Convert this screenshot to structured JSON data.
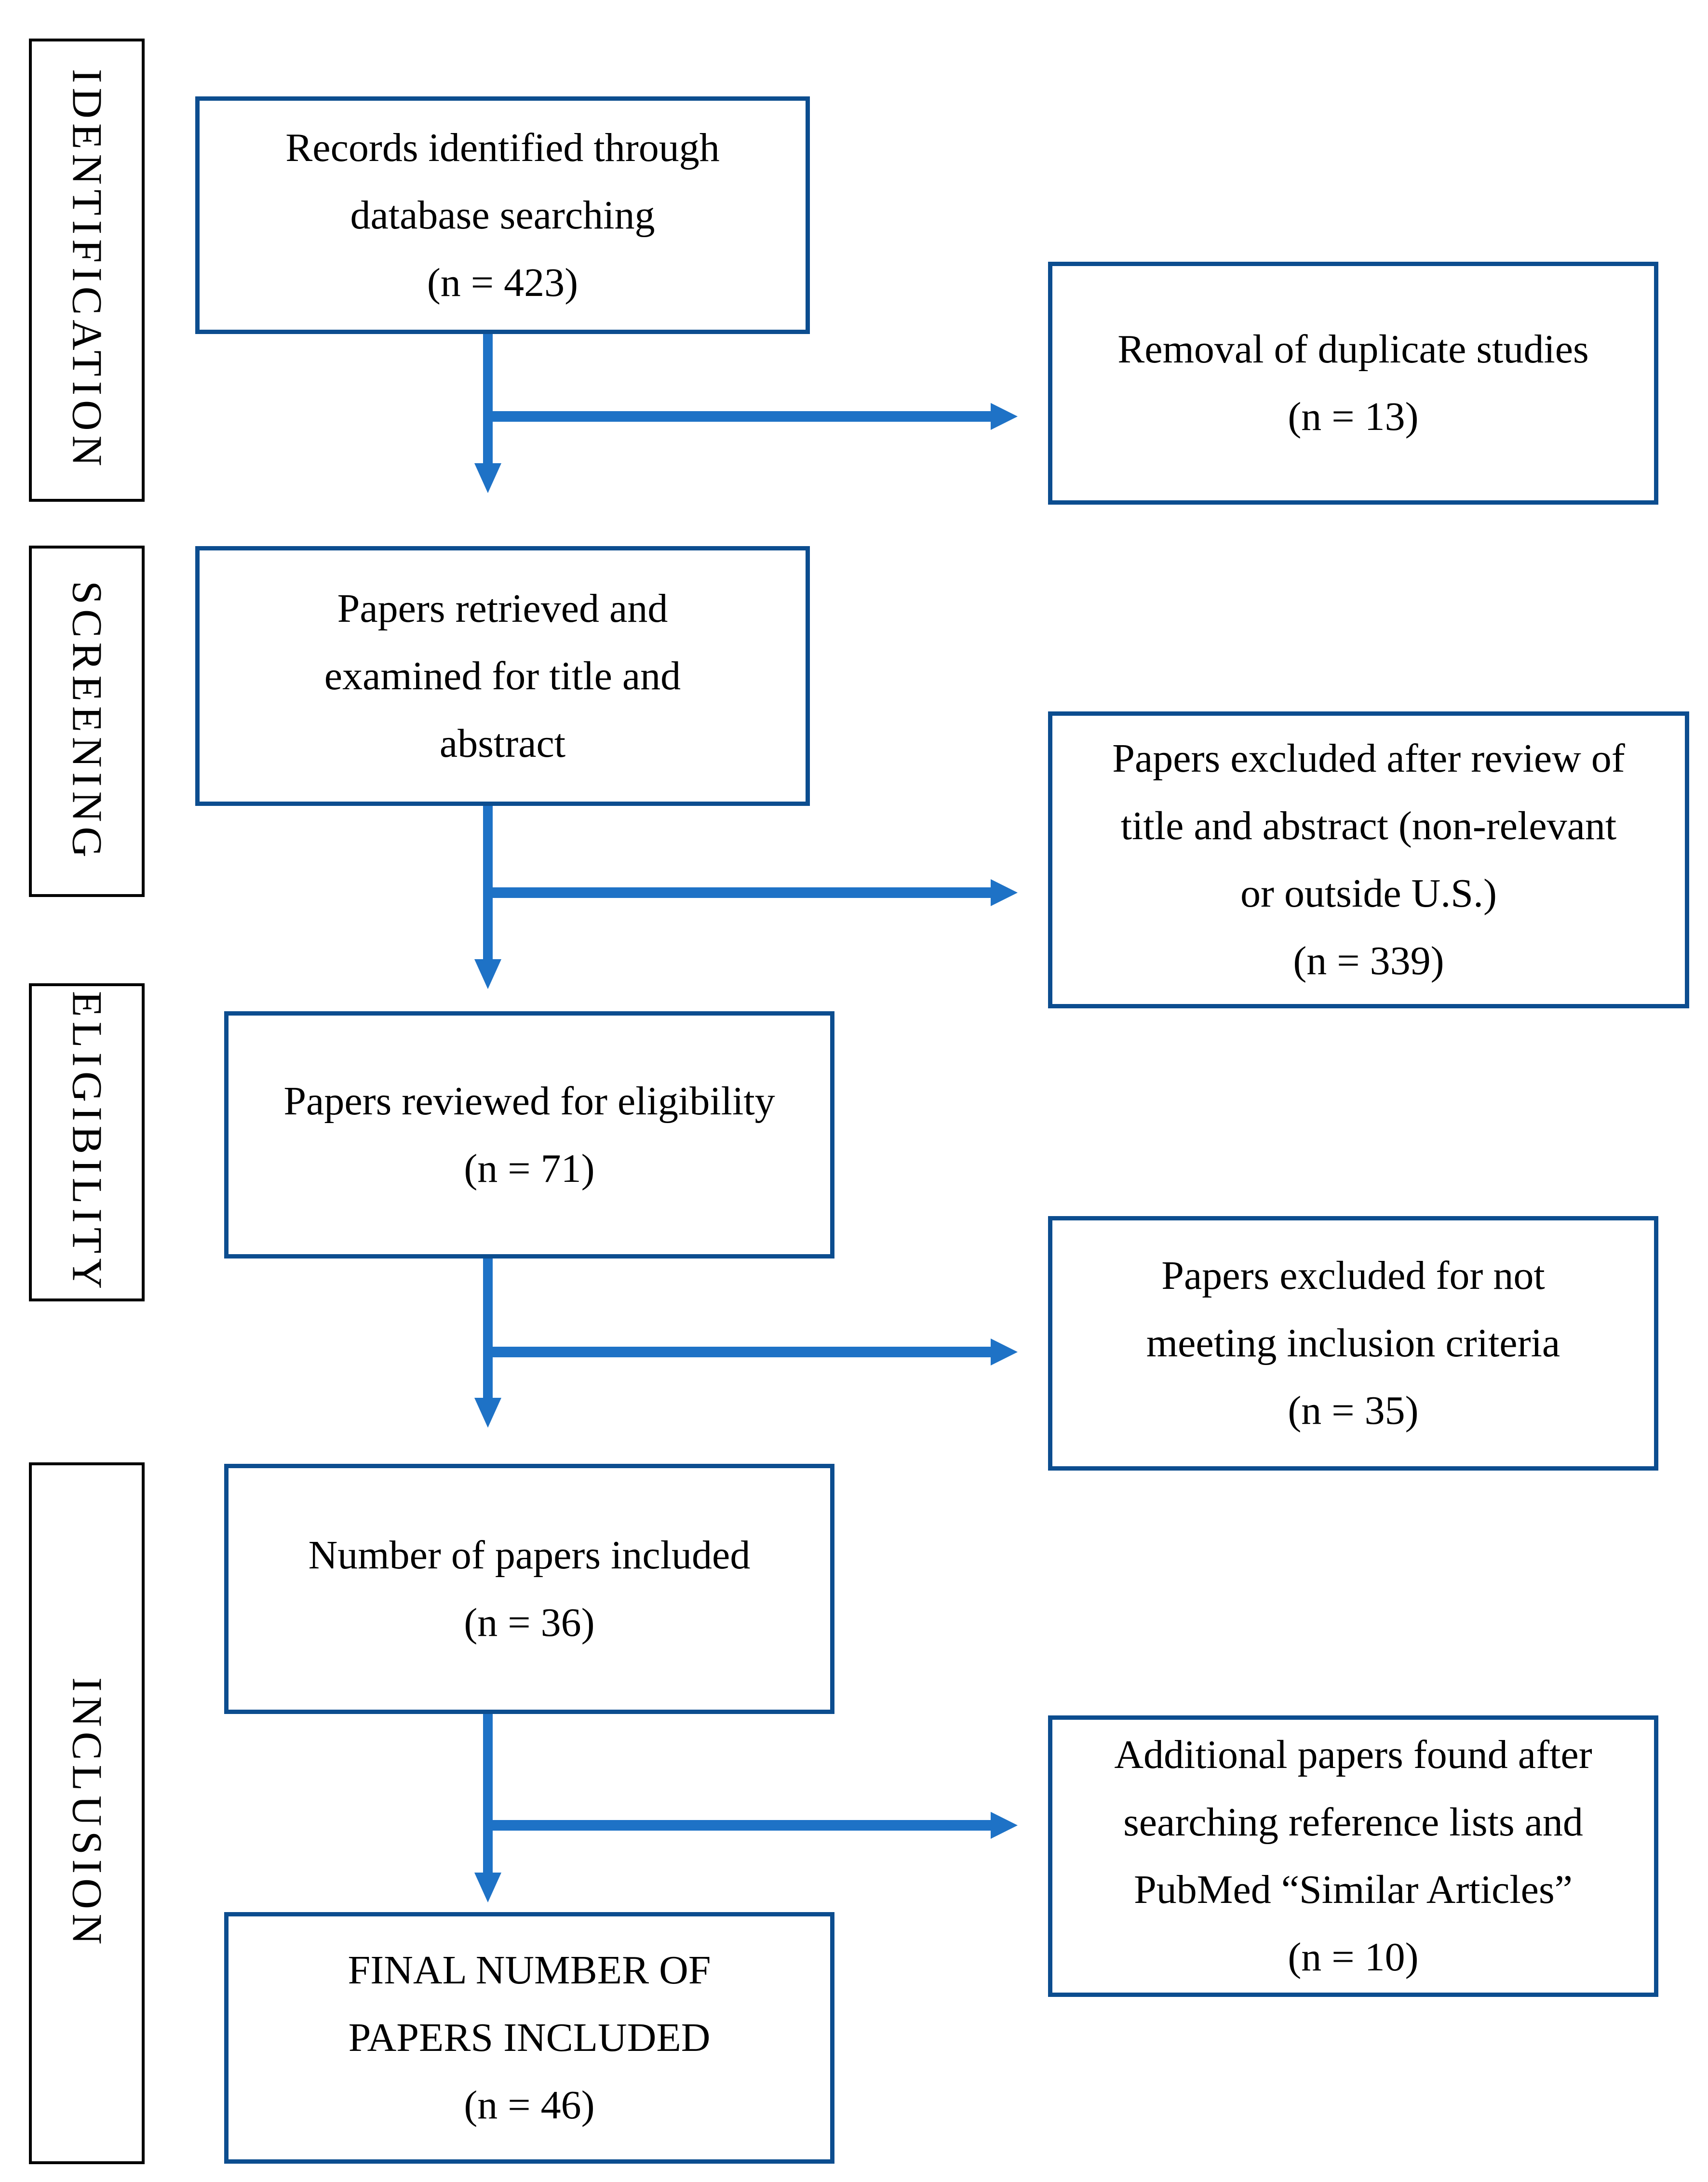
{
  "colors": {
    "box_border": "#0C4D8F",
    "arrow": "#1E72C6",
    "stage_border": "#000000",
    "text": "#000000",
    "background": "#ffffff"
  },
  "stages": [
    {
      "label": "IDENTIFICATION"
    },
    {
      "label": "SCREENING"
    },
    {
      "label": "ELIGIBILITY"
    },
    {
      "label": "INCLUSION"
    }
  ],
  "flow": {
    "records": {
      "lines": [
        "Records identified through",
        "database searching",
        "(n = 423)"
      ]
    },
    "retrieved": {
      "lines": [
        "Papers retrieved and",
        "examined for title and",
        "abstract"
      ]
    },
    "eligibility": {
      "lines": [
        "Papers reviewed for eligibility",
        "(n = 71)"
      ]
    },
    "included": {
      "lines": [
        "Number of papers included",
        "(n = 36)"
      ]
    },
    "final": {
      "lines": [
        "FINAL NUMBER OF",
        "PAPERS INCLUDED",
        "(n = 46)"
      ]
    }
  },
  "exclusions": {
    "duplicates": {
      "lines": [
        "Removal of duplicate studies",
        "(n = 13)"
      ]
    },
    "title_abstract": {
      "lines": [
        "Papers excluded after review of",
        "title and abstract (non-relevant",
        "or outside U.S.)",
        "(n = 339)"
      ]
    },
    "criteria": {
      "lines": [
        "Papers excluded for not",
        "meeting inclusion criteria",
        "(n = 35)"
      ]
    },
    "additional": {
      "lines": [
        "Additional papers found after",
        "searching reference lists and",
        "PubMed “Similar Articles”",
        "(n = 10)"
      ]
    }
  }
}
